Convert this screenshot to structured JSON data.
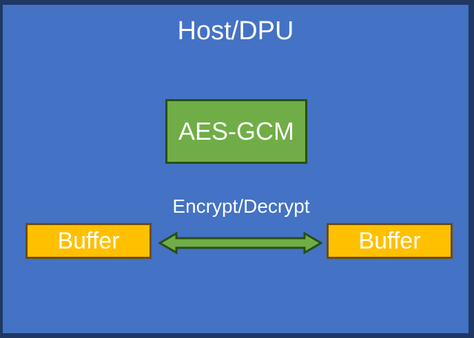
{
  "diagram": {
    "type": "block-diagram",
    "title": "Host/DPU",
    "canvas_color": "#4472C4",
    "frame_color": "#1f3864",
    "nodes": [
      {
        "id": "aes-gcm",
        "label": "AES-GCM",
        "shape": "rectangle",
        "fill": "#70AD47",
        "stroke": "#274E13",
        "text_color": "#FFFFFF"
      },
      {
        "id": "buffer-left",
        "label": "Buffer",
        "shape": "rectangle",
        "fill": "#FFC000",
        "stroke": "#6B4C10",
        "text_color": "#FFFFFF"
      },
      {
        "id": "buffer-right",
        "label": "Buffer",
        "shape": "rectangle",
        "fill": "#FFC000",
        "stroke": "#6B4C10",
        "text_color": "#FFFFFF"
      }
    ],
    "edges": [
      {
        "id": "encrypt-decrypt",
        "label": "Encrypt/Decrypt",
        "from": "buffer-left",
        "to": "buffer-right",
        "direction": "bidirectional",
        "fill": "#70AD47",
        "stroke": "#274E13",
        "label_color": "#FFFFFF"
      }
    ],
    "icons": {
      "arrow_left_head": "arrow-left-head-icon",
      "arrow_right_head": "arrow-right-head-icon"
    }
  }
}
